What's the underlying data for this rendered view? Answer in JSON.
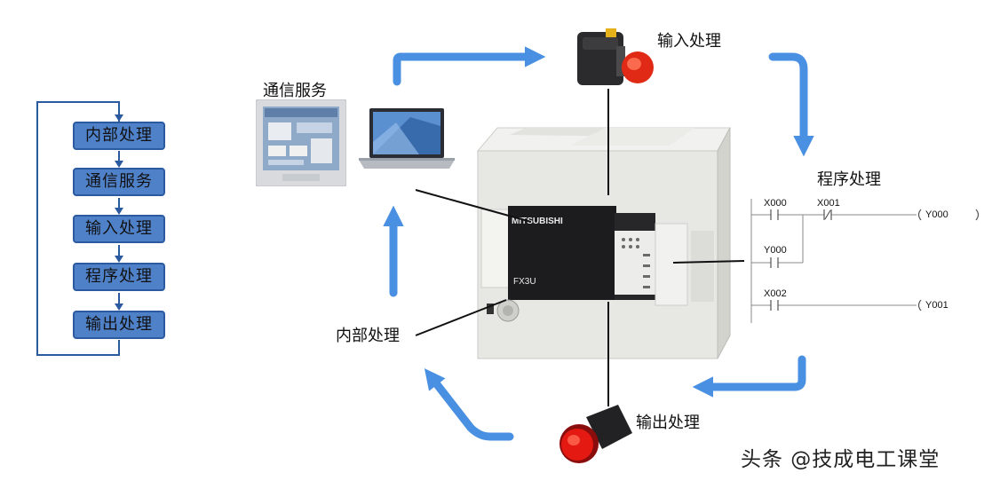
{
  "flow_blocks": [
    "内部处理",
    "通信服务",
    "输入处理",
    "程序处理",
    "输出处理"
  ],
  "labels": {
    "comm": "通信服务",
    "input": "输入处理",
    "program": "程序处理",
    "internal": "内部处理",
    "output": "输出处理"
  },
  "plc": {
    "brand": "MITSUBISHI",
    "model": "FX3U"
  },
  "ladder": {
    "x000": "X000",
    "x001": "X001",
    "y000_coil": "Y000",
    "y000_contact": "Y000",
    "x002": "X002",
    "y001_coil": "Y001"
  },
  "watermark": "头条 @技成电工课堂",
  "colors": {
    "arrow": "#4a90e2",
    "block_fill": "#4f81c9",
    "block_border": "#2c5aa0",
    "loop_line": "#2c5aa0"
  }
}
